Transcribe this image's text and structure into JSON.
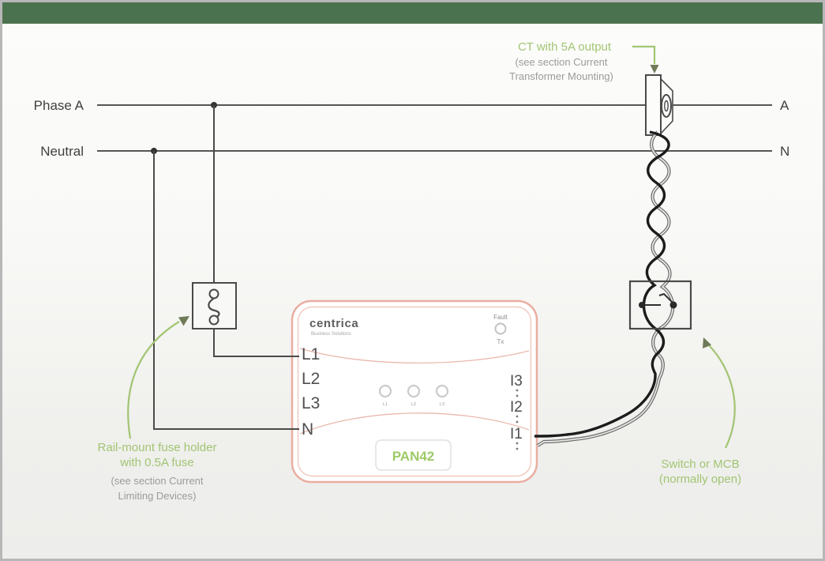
{
  "frame": {
    "top_bar_color": "#4b724f"
  },
  "bus": {
    "phase_label": "Phase A",
    "neutral_label": "Neutral",
    "phase_end_label": "A",
    "neutral_end_label": "N"
  },
  "annotations": {
    "ct": {
      "title": "CT with 5A output",
      "sub1": "(see section Current",
      "sub2": "Transformer Mounting)"
    },
    "fuse": {
      "title1": "Rail-mount fuse holder",
      "title2": "with 0.5A fuse",
      "sub1": "(see section Current",
      "sub2": "Limiting Devices)"
    },
    "switch": {
      "title": "Switch or MCB",
      "sub": "(normally open)"
    }
  },
  "device": {
    "brand": "centrica",
    "tagline": "Business Solutions",
    "model": "PAN42",
    "fault_led_label": "Fault",
    "tx_led_label": "Tx",
    "left_terminals": [
      "L1",
      "L2",
      "L3",
      "N"
    ],
    "right_terminals": [
      "I3",
      "I2",
      "I1"
    ],
    "phase_led_labels": [
      "L1",
      "L2",
      "L3"
    ]
  },
  "colors": {
    "annotation_green": "#a2c573",
    "annotation_gray": "#9b9b9b",
    "device_border": "#e9aea1",
    "device_border_inner": "#eec0b4",
    "model_green": "#9dca67",
    "top_bar": "#4b724f",
    "wire": "#4f4f4f",
    "arrowhead": "#6f7a58"
  }
}
